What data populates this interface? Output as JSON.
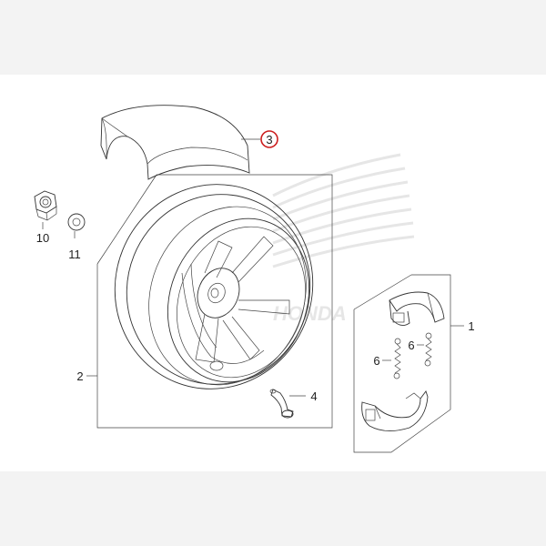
{
  "diagram": {
    "callouts": [
      {
        "id": "1",
        "label": "1"
      },
      {
        "id": "2",
        "label": "2"
      },
      {
        "id": "3",
        "label": "3"
      },
      {
        "id": "4",
        "label": "4"
      },
      {
        "id": "6a",
        "label": "6"
      },
      {
        "id": "6b",
        "label": "6"
      },
      {
        "id": "10",
        "label": "10"
      },
      {
        "id": "11",
        "label": "11"
      }
    ],
    "highlight_color": "#cc1f1f",
    "watermark": "HONDA"
  }
}
